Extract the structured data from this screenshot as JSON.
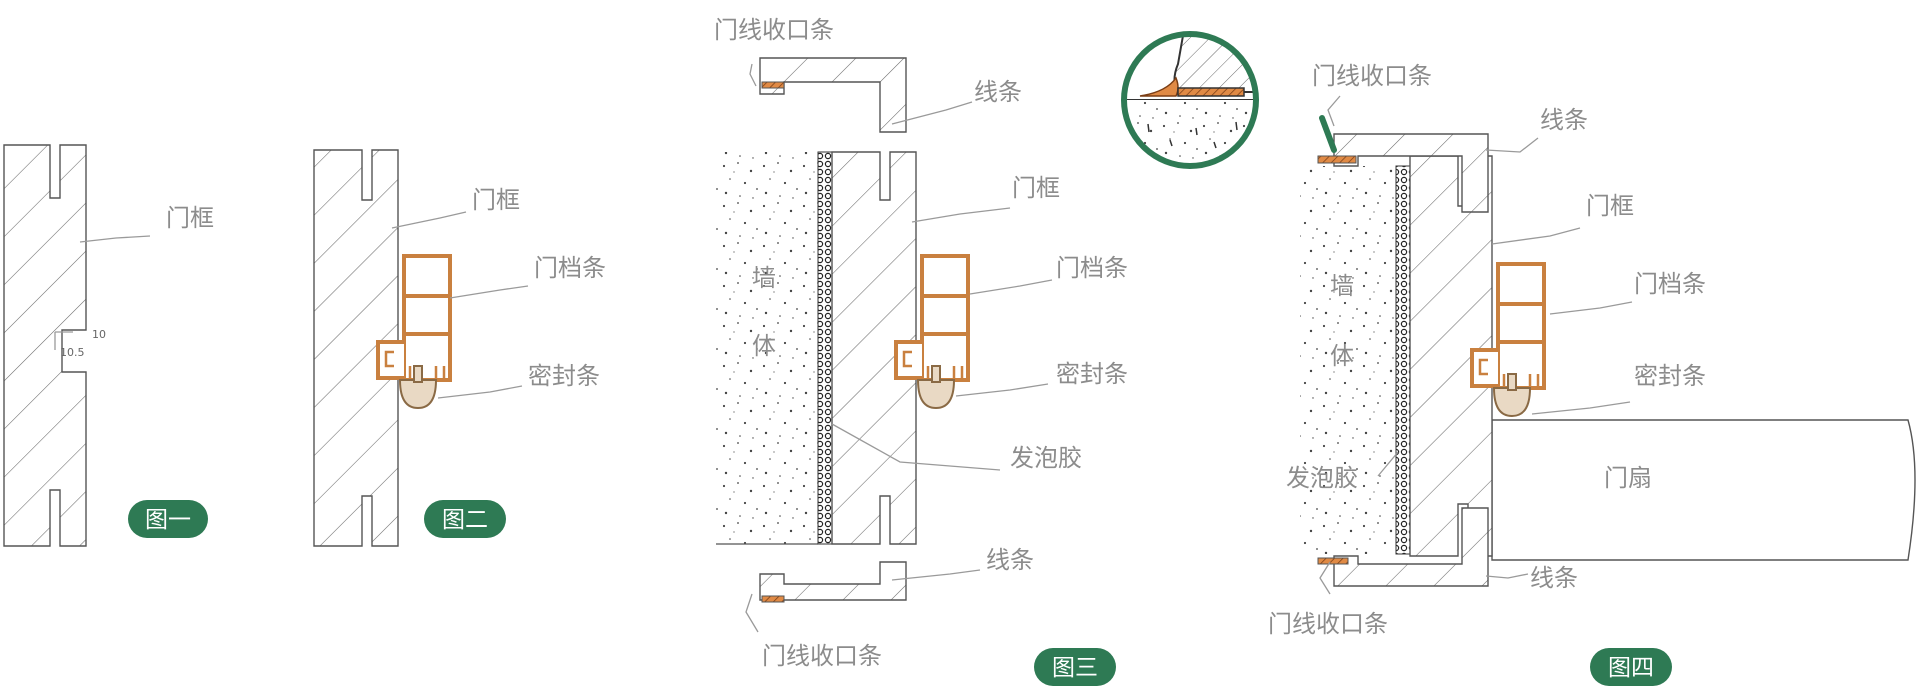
{
  "colors": {
    "badge": "#2e7a54",
    "door_stop": "#c9803f",
    "seal": "#8a6a45",
    "label": "#8c8c8c"
  },
  "fig1": {
    "badge": "图一",
    "frame": "门框",
    "dim_a": "10",
    "dim_b": "10.5"
  },
  "fig2": {
    "badge": "图二",
    "frame": "门框",
    "stop": "门档条",
    "seal": "密封条"
  },
  "fig3": {
    "badge": "图三",
    "trim_top": "门线收口条",
    "line_top": "线条",
    "frame": "门框",
    "wall_1": "墙",
    "wall_2": "体",
    "stop": "门档条",
    "seal": "密封条",
    "foam": "发泡胶",
    "line_bottom": "线条",
    "trim_bottom": "门线收口条"
  },
  "fig4": {
    "badge": "图四",
    "trim_top": "门线收口条",
    "line_top": "线条",
    "frame": "门框",
    "wall_1": "墙",
    "wall_2": "体",
    "stop": "门档条",
    "seal": "密封条",
    "foam": "发泡胶",
    "leaf": "门扇",
    "line_bottom": "线条",
    "trim_bottom": "门线收口条"
  }
}
